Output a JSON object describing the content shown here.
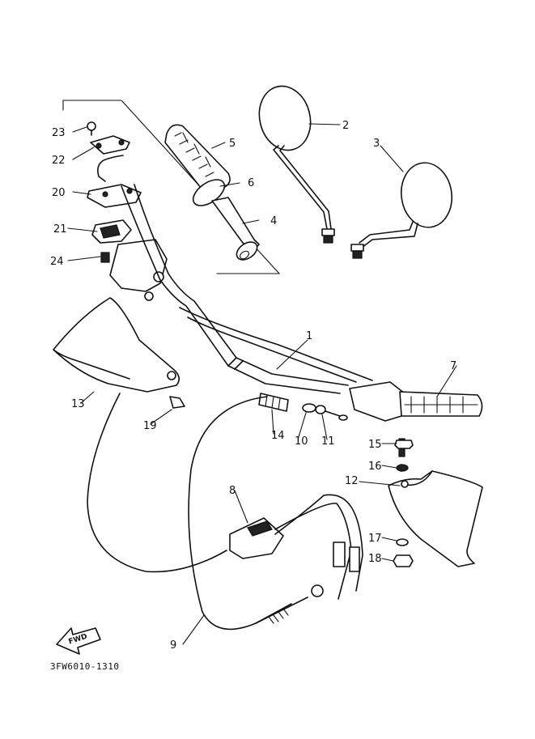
{
  "labels": {
    "p1": "1",
    "p2": "2",
    "p3": "3",
    "p4": "4",
    "p5": "5",
    "p6": "6",
    "p7": "7",
    "p8": "8",
    "p9": "9",
    "p10": "10",
    "p11": "11",
    "p12": "12",
    "p13": "13",
    "p14": "14",
    "p15": "15",
    "p16": "16",
    "p17": "17",
    "p18": "18",
    "p19": "19",
    "p20": "20",
    "p21": "21",
    "p22": "22",
    "p23": "23",
    "p24": "24"
  },
  "fwd_label": "FWD",
  "diagram_code": "3FW6010-1310",
  "icons": {
    "direction": "fwd-arrow-icon"
  }
}
